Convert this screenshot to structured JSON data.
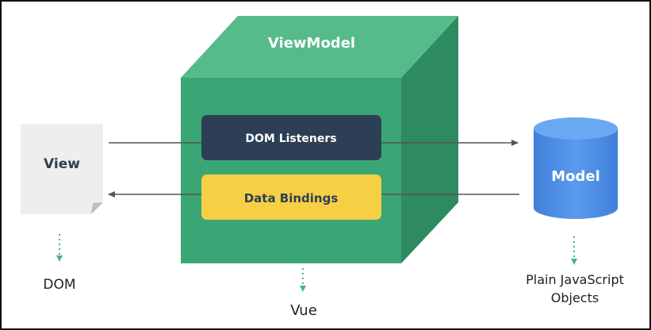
{
  "diagram": {
    "viewmodel": {
      "label": "ViewModel"
    },
    "view": {
      "label": "View",
      "caption": "DOM"
    },
    "model": {
      "label": "Model",
      "caption_line1": "Plain JavaScript",
      "caption_line2": "Objects"
    },
    "dom_listeners": {
      "label": "DOM Listeners"
    },
    "data_bindings": {
      "label": "Data Bindings"
    },
    "vue": {
      "label": "Vue"
    }
  },
  "colors": {
    "cube_front": "#3aa675",
    "cube_top": "#55bb8a",
    "cube_side": "#2e8a60",
    "listeners_box": "#2d3f55",
    "bindings_box": "#f7cf45",
    "model_blue": "#4d90e6",
    "view_paper": "#eeeeee",
    "arrow": "#555555",
    "dotted": "#41b883"
  }
}
